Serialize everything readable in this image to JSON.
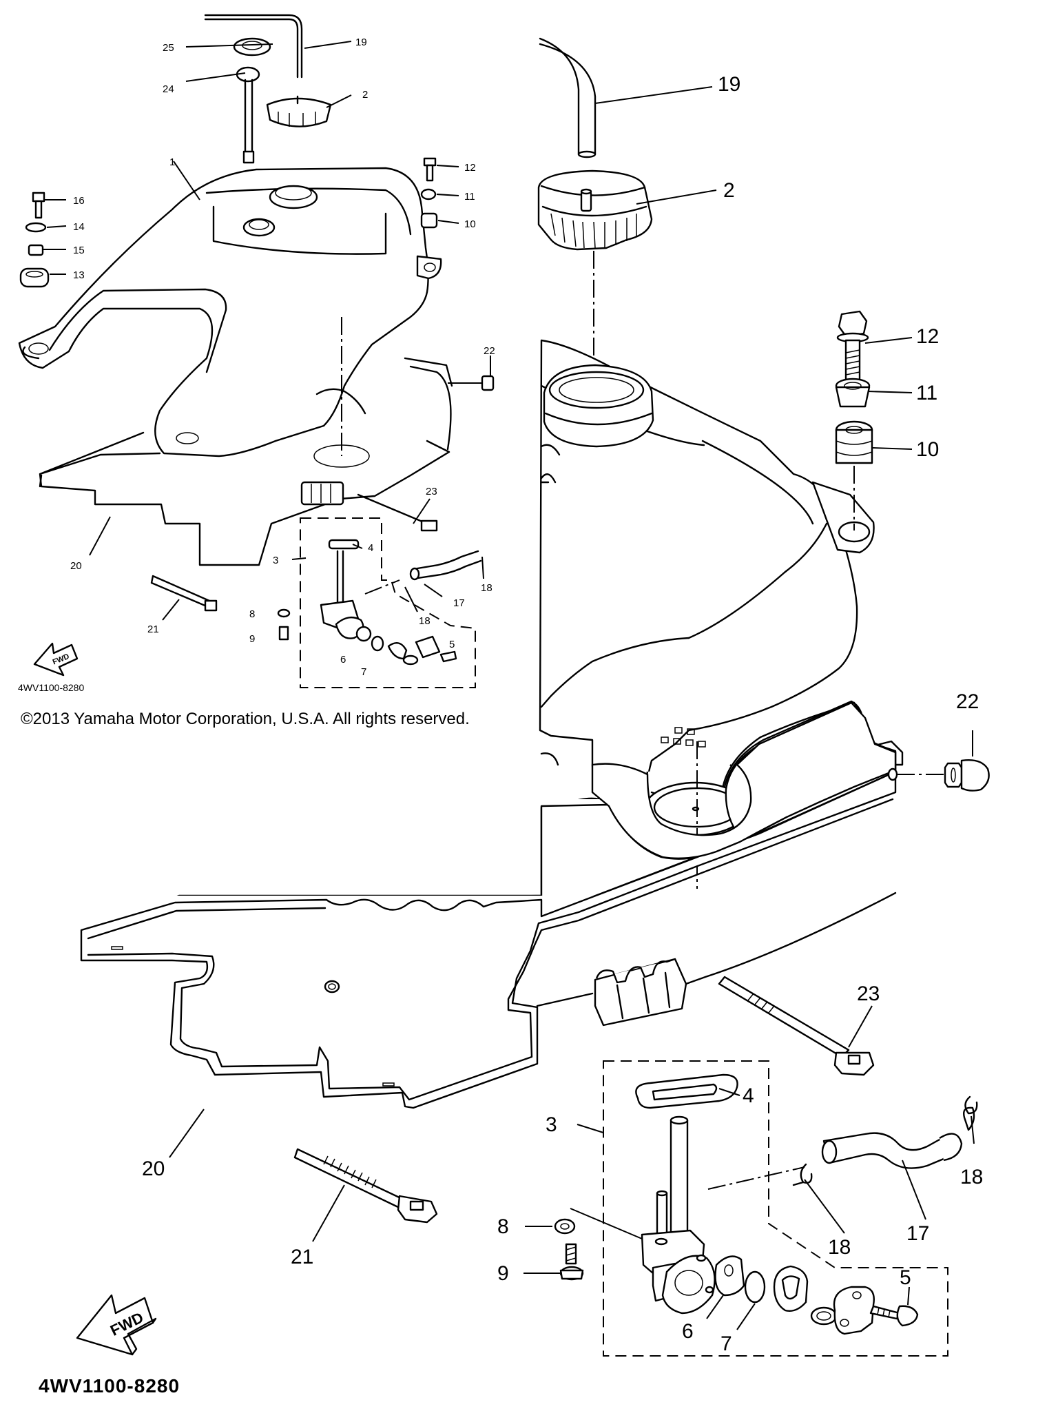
{
  "copyright": "©2013 Yamaha Motor Corporation, U.S.A. All rights reserved.",
  "diagram_code": "4WV1100-8280",
  "fwd_label": "FWD",
  "callouts": {
    "c1": "1",
    "c2": "2",
    "c3": "3",
    "c4": "4",
    "c5": "5",
    "c6": "6",
    "c7": "7",
    "c8": "8",
    "c9": "9",
    "c10": "10",
    "c11": "11",
    "c12": "12",
    "c13": "13",
    "c14": "14",
    "c15": "15",
    "c16": "16",
    "c17": "17",
    "c18": "18",
    "c19": "19",
    "c20": "20",
    "c21": "21",
    "c22": "22",
    "c23": "23",
    "c24": "24",
    "c25": "25"
  }
}
